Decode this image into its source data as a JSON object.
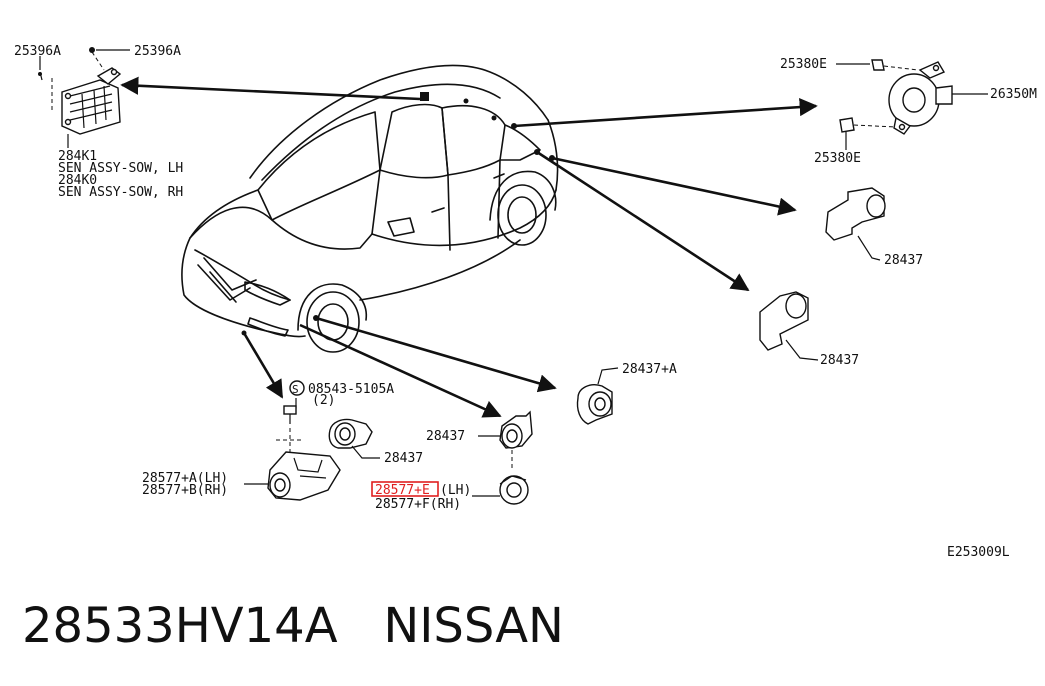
{
  "diagram": {
    "labels": {
      "bolt_left_a": "25396A",
      "bolt_left_b": "25396A",
      "sensor_code_lh": "284K1",
      "sensor_name_lh": "SEN ASSY-SOW, LH",
      "sensor_code_rh": "284K0",
      "sensor_name_rh": "SEN ASSY-SOW, RH",
      "clip_top": "25380E",
      "clip_bottom": "25380E",
      "buzzer": "26350M",
      "sensor_upper_right": "28437",
      "sensor_lower_right": "28437",
      "sensor_center": "28437+A",
      "screw": "08543-5105A",
      "screw_qty": "(2)",
      "screw_symbol": "S",
      "bracket_sensor": "28437",
      "bracket_lh": "28577+A(LH)",
      "bracket_rh": "28577+B(RH)",
      "ring_sensor": "28437",
      "ring_lh_code": "28577+E",
      "ring_lh_side": "(LH)",
      "ring_rh": "28577+F(RH)",
      "diagram_code": "E253009L"
    },
    "highlight_color": "#e02020"
  },
  "footer": {
    "part_number": "28533HV14A",
    "brand": "NISSAN"
  }
}
